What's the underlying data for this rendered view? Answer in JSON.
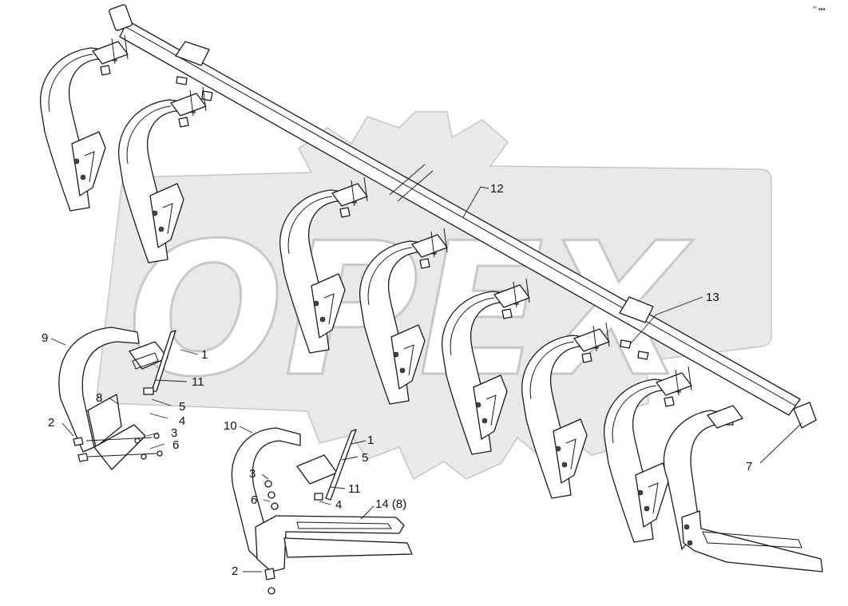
{
  "watermark": {
    "text": "OPEX",
    "fill": "#e9e9e9",
    "stroke": "#c6c6c6"
  },
  "corner_mark": "°′ ▪▪▪",
  "callouts": [
    {
      "id": "c1",
      "text": "1"
    },
    {
      "id": "c2",
      "text": "1"
    },
    {
      "id": "c3",
      "text": "2"
    },
    {
      "id": "c4",
      "text": "2"
    },
    {
      "id": "c5",
      "text": "3"
    },
    {
      "id": "c6",
      "text": "3"
    },
    {
      "id": "c7",
      "text": "4"
    },
    {
      "id": "c8",
      "text": "4"
    },
    {
      "id": "c9",
      "text": "5"
    },
    {
      "id": "c10",
      "text": "5"
    },
    {
      "id": "c11",
      "text": "6"
    },
    {
      "id": "c12",
      "text": "6"
    },
    {
      "id": "c13",
      "text": "7"
    },
    {
      "id": "c14",
      "text": "8"
    },
    {
      "id": "c15",
      "text": "9"
    },
    {
      "id": "c16",
      "text": "10"
    },
    {
      "id": "c17",
      "text": "11"
    },
    {
      "id": "c18",
      "text": "11"
    },
    {
      "id": "c19",
      "text": "12"
    },
    {
      "id": "c20",
      "text": "13"
    },
    {
      "id": "c21",
      "text": "14 (8)"
    }
  ]
}
